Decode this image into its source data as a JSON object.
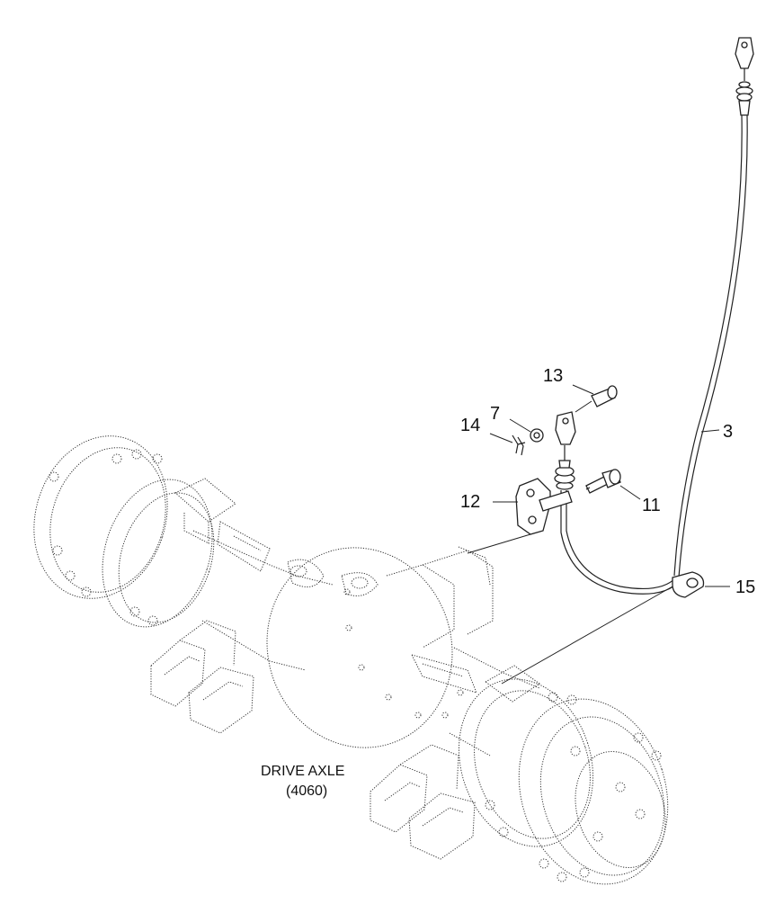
{
  "diagram": {
    "axle_label_line1": "DRIVE AXLE",
    "axle_label_line2": "(4060)",
    "callouts": {
      "c3": "3",
      "c7": "7",
      "c11": "11",
      "c12": "12",
      "c13": "13",
      "c14": "14",
      "c15": "15"
    },
    "line_color": "#222222",
    "background": "#ffffff"
  }
}
